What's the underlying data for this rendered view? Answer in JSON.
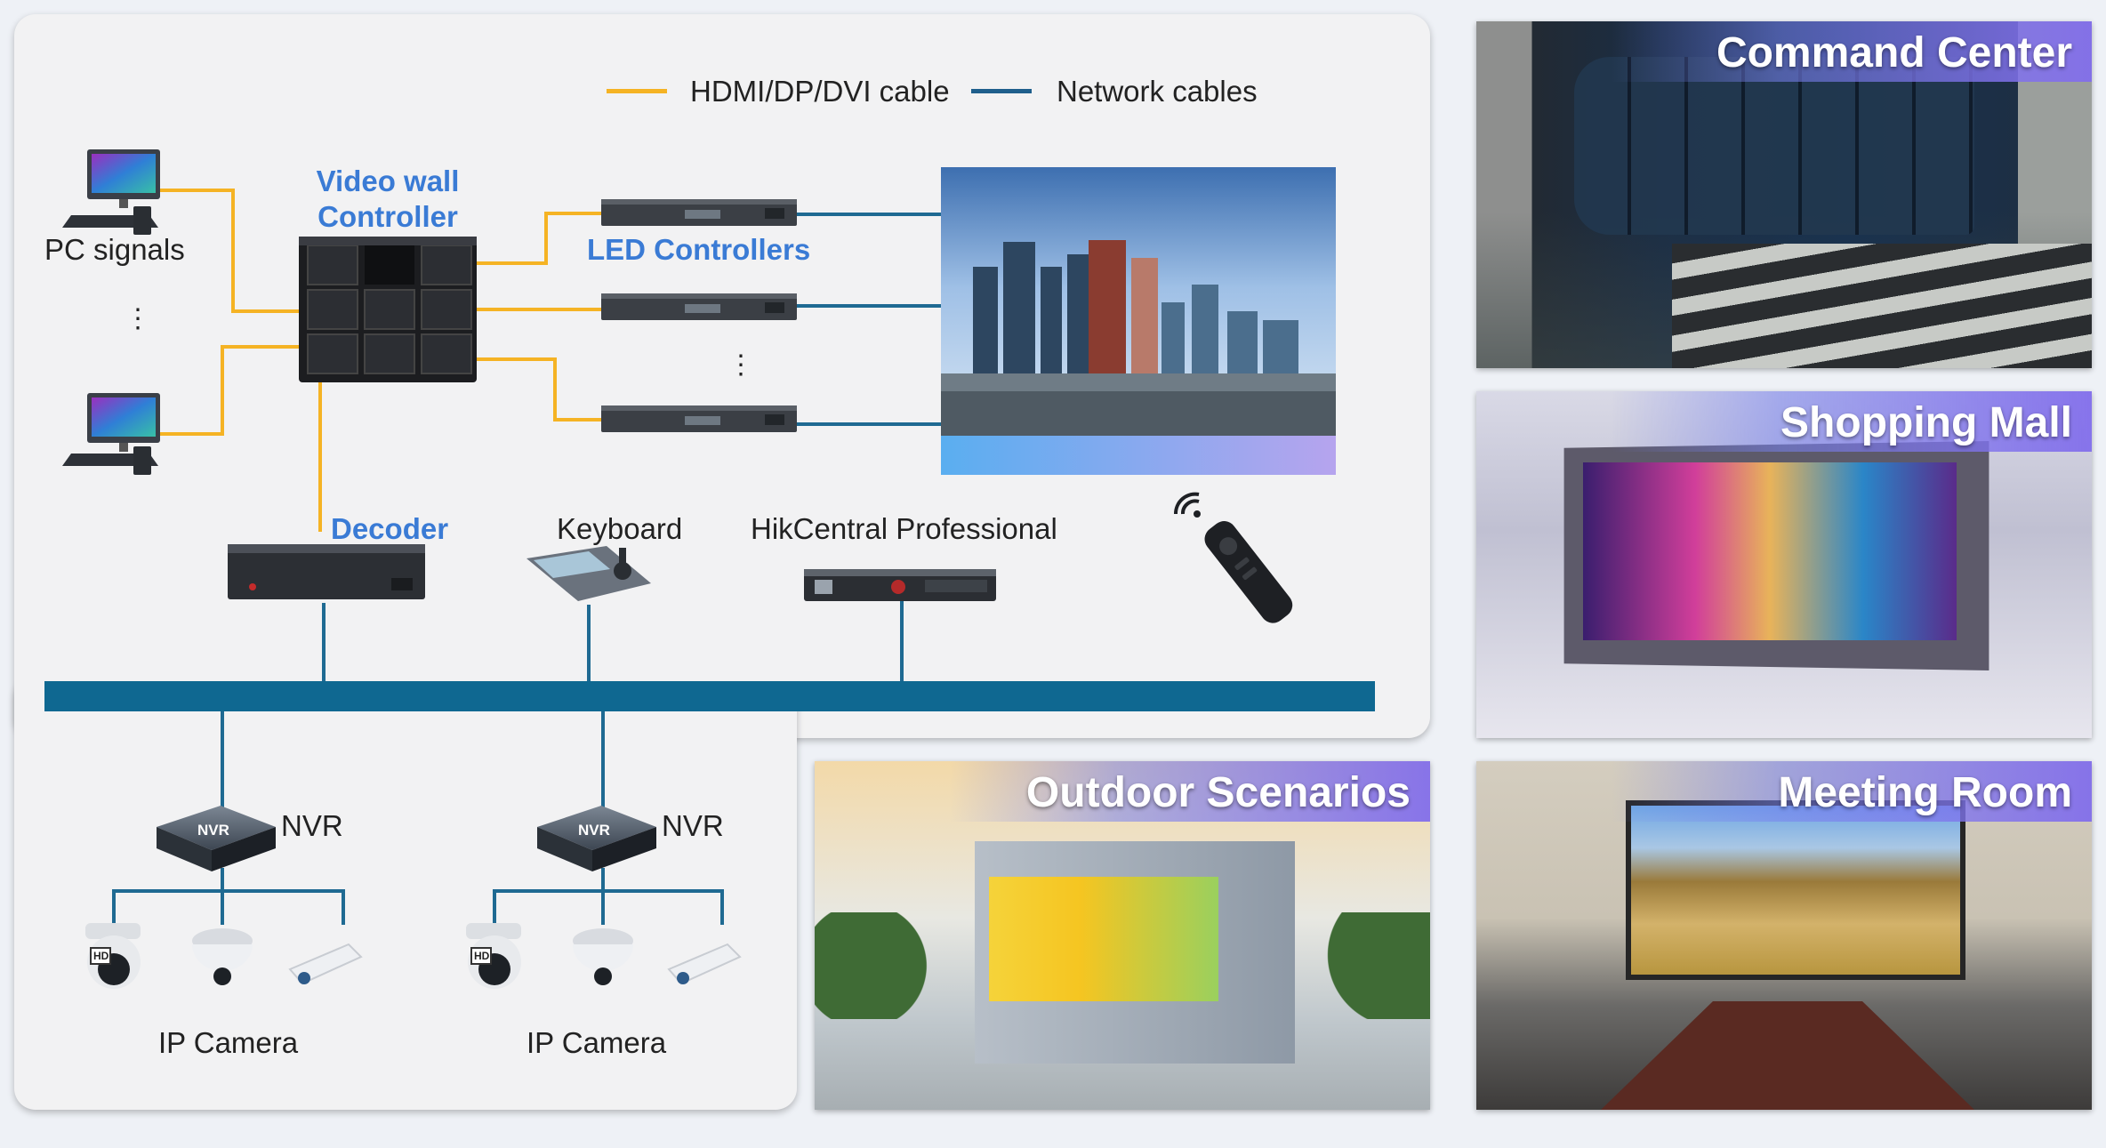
{
  "legend": {
    "hdmi_label": "HDMI/DP/DVI cable",
    "network_label": "Network cables",
    "hdmi_color": "#f5b324",
    "network_color": "#1f5f8c"
  },
  "colors": {
    "hdmi": "#f5b324",
    "network": "#1f6a92",
    "backbone": "#0f6891",
    "label_blue": "#3a7bd5"
  },
  "nodes": {
    "pc_signals": "PC signals",
    "ellipsis": "⋮",
    "video_wall_controller": "Video wall\nController",
    "led_controllers": "LED Controllers",
    "decoder": "Decoder",
    "keyboard": "Keyboard",
    "hikcentral": "HikCentral Professional",
    "nvr": "NVR",
    "nvr_badge": "NVR",
    "ip_camera": "IP Camera",
    "camera_hd_badge": "HD"
  },
  "scenarios": [
    {
      "title": "Command Center"
    },
    {
      "title": "Shopping Mall"
    },
    {
      "title": "Outdoor Scenarios"
    },
    {
      "title": "Meeting Room"
    }
  ],
  "icons": [
    "monitor-icon",
    "pc-tower-icon",
    "controller-chassis-icon",
    "led-controller-icon",
    "decoder-icon",
    "keyboard-joystick-icon",
    "server-icon",
    "remote-control-icon",
    "nvr-icon",
    "dome-camera-icon",
    "bullet-camera-icon"
  ]
}
